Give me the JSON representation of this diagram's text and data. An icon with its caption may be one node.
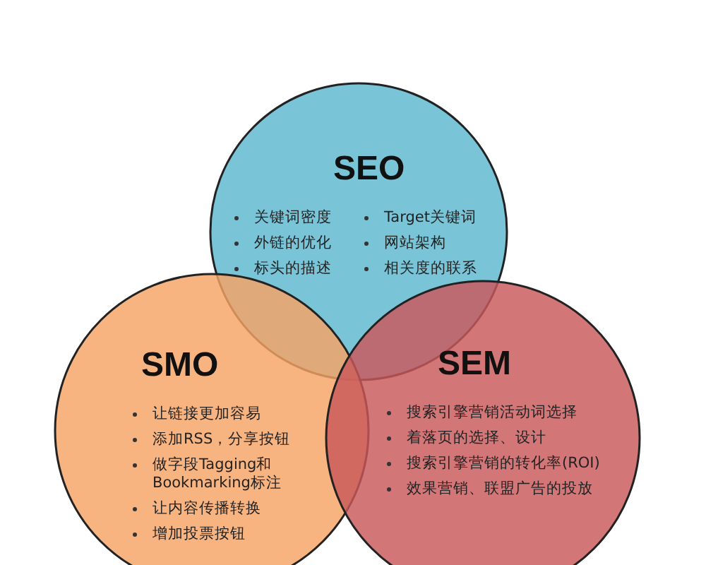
{
  "diagram": {
    "nodes": [
      {
        "text": [
          "SEO",
          "关键词密度",
          "外链的优化",
          "标头的描述",
          "Target关键词",
          "网站架构",
          "相关度的联系"
        ]
      },
      {
        "text": [
          "SMO",
          "让链接更加容易",
          "添加RSS，分享按钮",
          "做字段Tagging和Bookmarking标注",
          "让内容传播转换",
          "增加投票按钮"
        ]
      },
      {
        "text": [
          "SEM",
          "搜索引擎营销活动词选择",
          "着落页的选择、设计",
          "搜索引擎营销的转化率(ROI)",
          "效果营销、联盟广告的投放"
        ]
      }
    ]
  }
}
